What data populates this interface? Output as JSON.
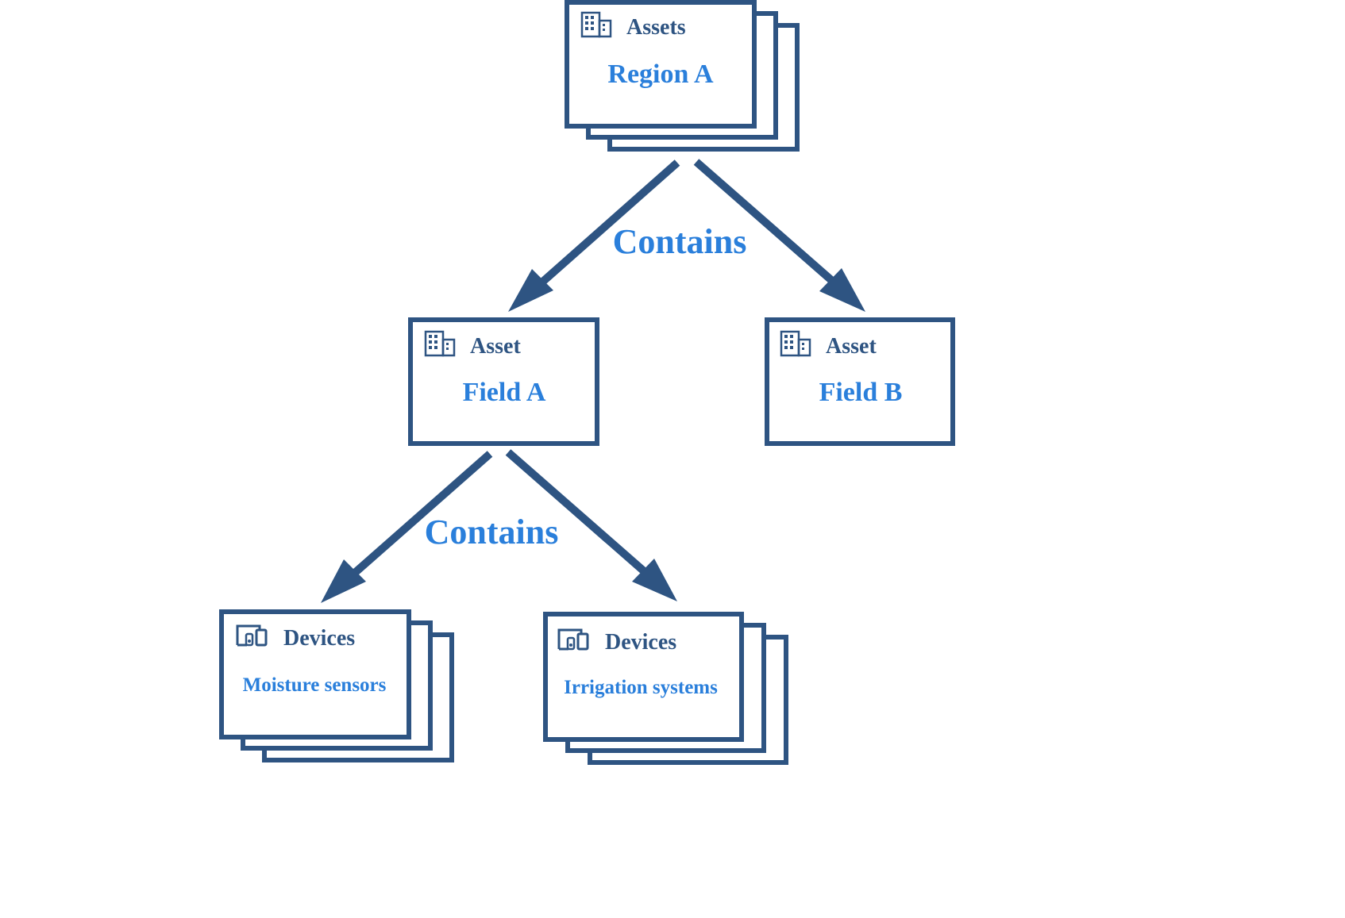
{
  "nodes": {
    "region_a": {
      "type": "Assets",
      "name": "Region A",
      "icon": "building-icon"
    },
    "field_a": {
      "type": "Asset",
      "name": "Field A",
      "icon": "building-icon"
    },
    "field_b": {
      "type": "Asset",
      "name": "Field B",
      "icon": "building-icon"
    },
    "moisture_sensors": {
      "type": "Devices",
      "name": "Moisture sensors",
      "icon": "devices-icon"
    },
    "irrigation_systems": {
      "type": "Devices",
      "name": "Irrigation systems",
      "icon": "devices-icon"
    }
  },
  "edges": {
    "region_contains": {
      "label": "Contains",
      "from": "region_a",
      "to": [
        "field_a",
        "field_b"
      ]
    },
    "field_contains": {
      "label": "Contains",
      "from": "field_a",
      "to": [
        "moisture_sensors",
        "irrigation_systems"
      ]
    }
  },
  "colors": {
    "primary": "#2e5482",
    "accent": "#2a7fdb",
    "background": "#ffffff"
  }
}
